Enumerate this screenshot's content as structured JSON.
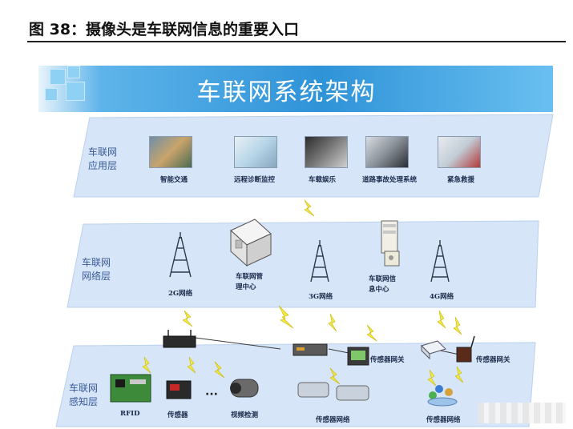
{
  "figure_title": "图 38：摄像头是车联网信息的重要入口",
  "diagram_title": "车联网系统架构",
  "layers": {
    "application": "车联网\n应用层",
    "network": "车联网\n网络层",
    "perception": "车联网\n感知层"
  },
  "application_items": [
    "智能交通",
    "远程诊断监控",
    "车载娱乐",
    "道路事故处理系统",
    "紧急救援"
  ],
  "network_items": {
    "tower_2g": "2G网络",
    "mgmt_center": "车联网管\n理中心",
    "tower_3g": "3G网络",
    "info_center": "车联网信\n息中心",
    "tower_4g": "4G网络"
  },
  "perception_items": {
    "rfid": "RFID",
    "sensor": "传感器",
    "ellipsis": "···",
    "video": "视频检测",
    "gateway_1": "传感器网关",
    "gateway_2": "传感器网关",
    "sensor_net_1": "传感器网络",
    "sensor_net_2": "传感器网络"
  },
  "colors": {
    "banner": "#2f93d8",
    "layer_fill": "#d6e6f8",
    "layer_text": "#3a5a9a",
    "lightning": "#f2e84a"
  }
}
